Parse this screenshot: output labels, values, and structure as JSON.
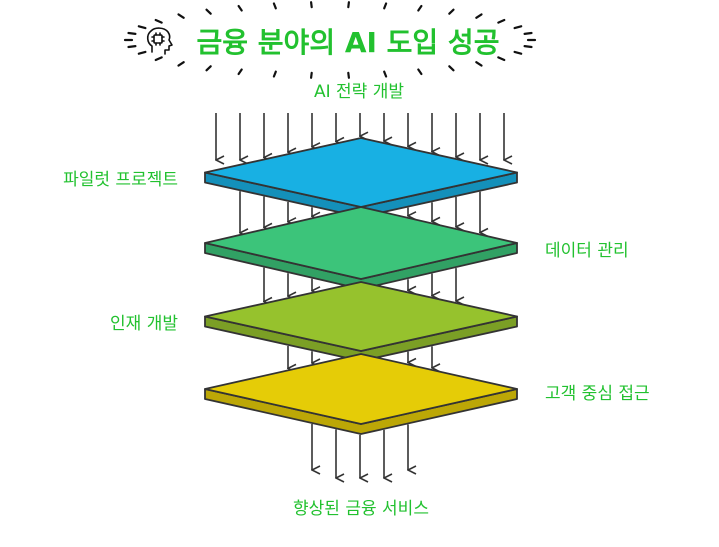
{
  "title": {
    "text": "금융 분야의 AI 도입 성공",
    "icon": "ai-head-chip-icon",
    "color": "#22c12f",
    "sunburst_color": "#111111"
  },
  "top_label": "AI 전략 개발",
  "bottom_label": "향상된 금융 서비스",
  "layers": [
    {
      "label": "파일럿 프로젝트",
      "side": "left",
      "color": "#18b0e3"
    },
    {
      "label": "데이터 관리",
      "side": "right",
      "color": "#3cc47a"
    },
    {
      "label": "인재 개발",
      "side": "left",
      "color": "#96c22d"
    },
    {
      "label": "고객 중심 접근",
      "side": "right",
      "color": "#e5cc07"
    }
  ],
  "colors": {
    "label": "#22c12f",
    "outline": "#333333",
    "arrow": "#333333"
  }
}
